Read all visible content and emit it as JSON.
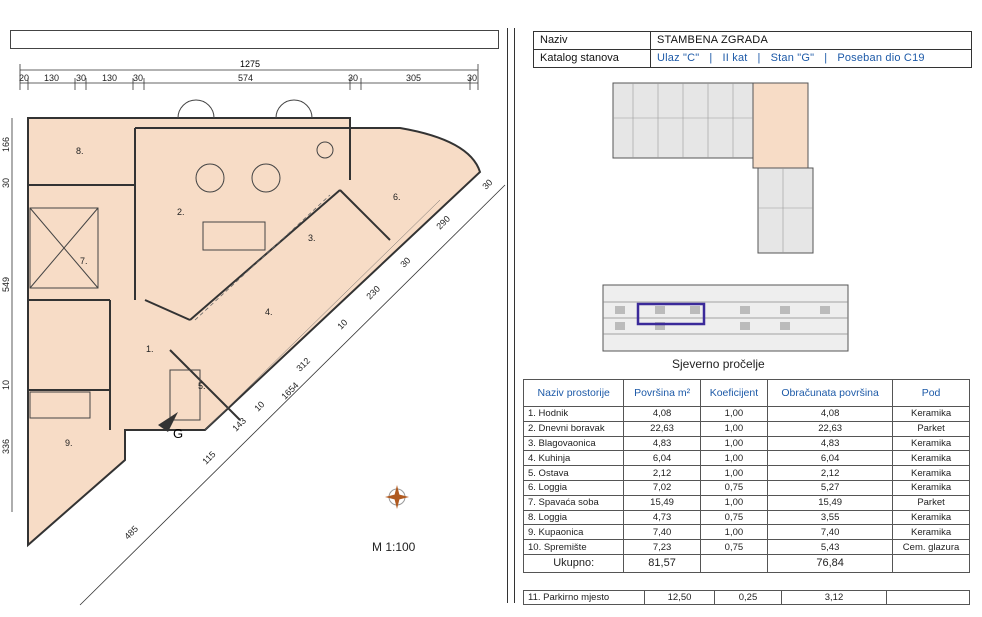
{
  "header": {
    "naziv_label": "Naziv",
    "naziv_value": "STAMBENA ZGRADA",
    "katalog_label": "Katalog stanova",
    "katalog_parts": [
      "Ulaz \"C\"",
      "|",
      "II kat",
      "|",
      "Stan \"G\"",
      "|",
      "Poseban dio C19"
    ]
  },
  "plan": {
    "top_dimension": "1275",
    "sub_dimensions": [
      "20",
      "130",
      "30",
      "130",
      "30",
      "574",
      "30",
      "305",
      "30"
    ],
    "left_dimensions": [
      "166",
      "30",
      "549",
      "10",
      "336"
    ],
    "diagonal_dimensions": [
      "30",
      "290",
      "30",
      "230",
      "10",
      "312",
      "1654",
      "10",
      "143",
      "115",
      "485"
    ],
    "room_numbers": [
      "1.",
      "2.",
      "3.",
      "4.",
      "5.",
      "6.",
      "7.",
      "8.",
      "9."
    ],
    "entrance_label": "G",
    "scale": "M 1:100"
  },
  "facade_label": "Sjeverno pročelje",
  "table": {
    "headers": [
      "Naziv prostorije",
      "Površina m²",
      "Koeficijent",
      "Obračunata površina",
      "Pod"
    ],
    "rows": [
      [
        "1. Hodnik",
        "4,08",
        "1,00",
        "4,08",
        "Keramika"
      ],
      [
        "2. Dnevni boravak",
        "22,63",
        "1,00",
        "22,63",
        "Parket"
      ],
      [
        "3. Blagovaonica",
        "4,83",
        "1,00",
        "4,83",
        "Keramika"
      ],
      [
        "4. Kuhinja",
        "6,04",
        "1,00",
        "6,04",
        "Keramika"
      ],
      [
        "5. Ostava",
        "2,12",
        "1,00",
        "2,12",
        "Keramika"
      ],
      [
        "6. Loggia",
        "7,02",
        "0,75",
        "5,27",
        "Keramika"
      ],
      [
        "7. Spavaća soba",
        "15,49",
        "1,00",
        "15,49",
        "Parket"
      ],
      [
        "8. Loggia",
        "4,73",
        "0,75",
        "3,55",
        "Keramika"
      ],
      [
        "9. Kupaonica",
        "7,40",
        "1,00",
        "7,40",
        "Keramika"
      ],
      [
        "10. Spremište",
        "7,23",
        "0,75",
        "5,43",
        "Cem. glazura"
      ]
    ],
    "total_label": "Ukupno:",
    "total_area": "81,57",
    "total_calc": "76,84",
    "extra_row": [
      "11. Parkirno mjesto",
      "12,50",
      "0,25",
      "3,12",
      ""
    ]
  },
  "colors": {
    "floor_fill": "#f7dcc6",
    "wall": "#333333",
    "highlight": "#3b2a9a",
    "link_blue": "#1d5aa8"
  }
}
